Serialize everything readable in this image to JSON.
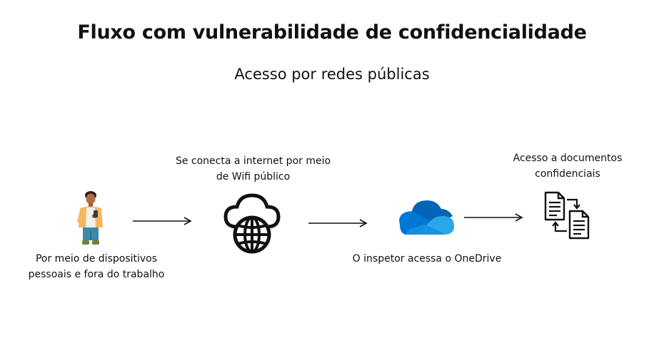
{
  "title": "Fluxo com vulnerabilidade de confidencialidade",
  "subtitle": "Acesso por redes públicas",
  "steps": {
    "device": {
      "caption": "Por meio de dispositivos\npessoais e fora do trabalho",
      "icon": "person-with-phone-icon"
    },
    "wifi": {
      "caption": "Se conecta a internet por meio\nde Wifi público",
      "icon": "cloud-globe-icon"
    },
    "onedrive": {
      "caption": "O inspetor acessa o OneDrive",
      "icon": "onedrive-cloud-icon"
    },
    "documents": {
      "caption": "Acesso a documentos\nconfidenciais",
      "icon": "document-exchange-icon"
    }
  },
  "colors": {
    "onedrive_dark": "#0364b8",
    "onedrive_mid": "#0078d4",
    "onedrive_light": "#28a8ea"
  }
}
